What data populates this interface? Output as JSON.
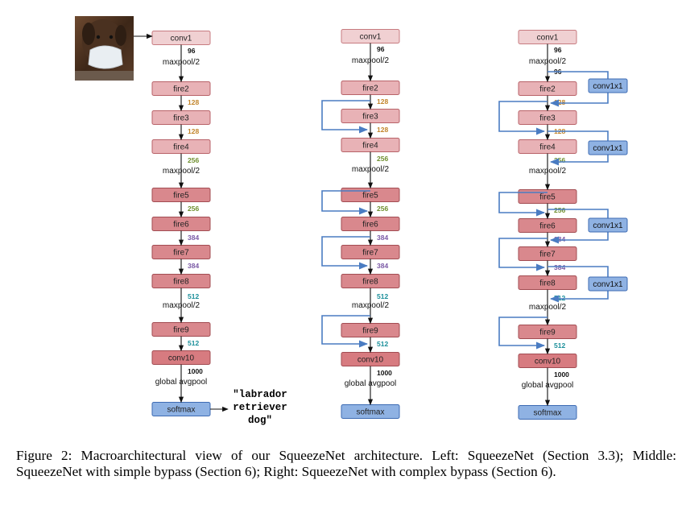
{
  "figure": {
    "caption": "Figure 2: Macroarchitectural view of our SqueezeNet architecture. Left: SqueezeNet (Section 3.3); Middle: SqueezeNet with simple bypass (Section 6); Right: SqueezeNet with complex bypass (Section 6).",
    "photo_icon": "dog-photo",
    "prediction": [
      "\"labrador",
      "retriever",
      "dog\""
    ],
    "colors": {
      "conv_fill": "#f0d0d2",
      "conv_stroke": "#c77b80",
      "fire_light_fill": "#e8b2b6",
      "fire_light_stroke": "#b86268",
      "fire_dark_fill": "#d9888d",
      "fire_dark_stroke": "#a24c52",
      "conv10_fill": "#d77b80",
      "softmax_fill": "#8fb2e3",
      "softmax_stroke": "#3d6bb3",
      "bypass": "#4a7cc2",
      "c96": "#111111",
      "c128": "#c2842a",
      "c256": "#6f8f2f",
      "c384": "#7b5aa6",
      "c512": "#1b8f9a",
      "c1000": "#111111"
    }
  },
  "columns": [
    {
      "id": "left",
      "layers": {
        "conv1": "conv1",
        "fire2": "fire2",
        "fire3": "fire3",
        "fire4": "fire4",
        "fire5": "fire5",
        "fire6": "fire6",
        "fire7": "fire7",
        "fire8": "fire8",
        "fire9": "fire9",
        "conv10": "conv10",
        "softmax": "softmax"
      },
      "pool_labels": [
        "maxpool/2",
        "maxpool/2",
        "maxpool/2",
        "global avgpool"
      ],
      "channels": [
        "96",
        "128",
        "128",
        "256",
        "256",
        "384",
        "384",
        "512",
        "512",
        "1000"
      ],
      "bypass_labels": []
    },
    {
      "id": "middle",
      "layers": {
        "conv1": "conv1",
        "fire2": "fire2",
        "fire3": "fire3",
        "fire4": "fire4",
        "fire5": "fire5",
        "fire6": "fire6",
        "fire7": "fire7",
        "fire8": "fire8",
        "fire9": "fire9",
        "conv10": "conv10",
        "softmax": "softmax"
      },
      "pool_labels": [
        "maxpool/2",
        "maxpool/2",
        "maxpool/2",
        "global avgpool"
      ],
      "channels": [
        "96",
        "128",
        "128",
        "256",
        "256",
        "384",
        "384",
        "512",
        "512",
        "1000"
      ],
      "bypass_labels": []
    },
    {
      "id": "right",
      "layers": {
        "conv1": "conv1",
        "fire2": "fire2",
        "fire3": "fire3",
        "fire4": "fire4",
        "fire5": "fire5",
        "fire6": "fire6",
        "fire7": "fire7",
        "fire8": "fire8",
        "fire9": "fire9",
        "conv10": "conv10",
        "softmax": "softmax"
      },
      "pool_labels": [
        "maxpool/2",
        "maxpool/2",
        "maxpool/2",
        "global avgpool"
      ],
      "channels": [
        "96",
        "96",
        "128",
        "128",
        "256",
        "256",
        "384",
        "384",
        "512",
        "512",
        "1000"
      ],
      "bypass_labels": [
        "conv1x1",
        "conv1x1",
        "conv1x1",
        "conv1x1"
      ]
    }
  ]
}
